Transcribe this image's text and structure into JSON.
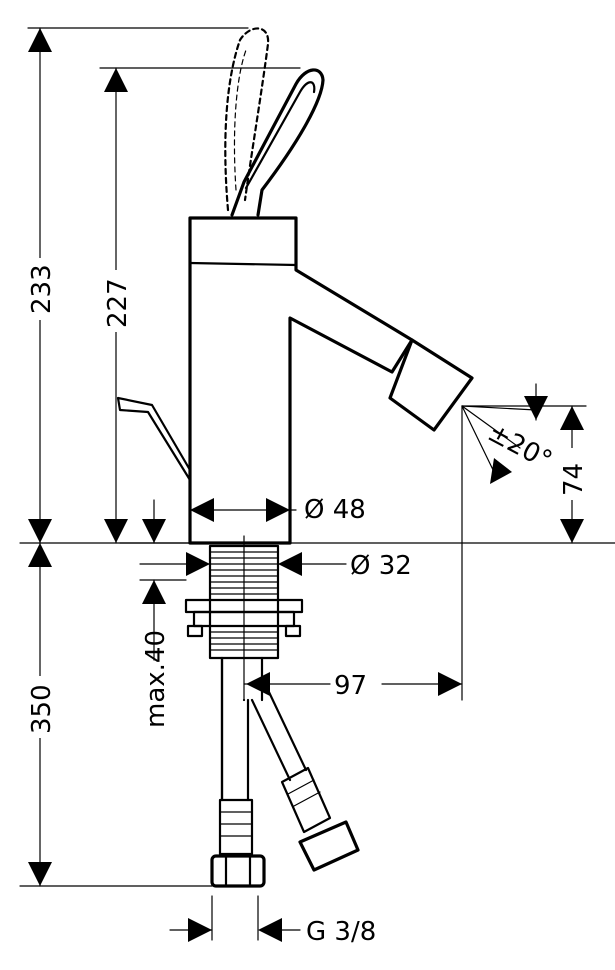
{
  "dimensions": {
    "overall_height": "233",
    "spout_height": "227",
    "body_diameter": "Ø 48",
    "thread_diameter": "Ø 32",
    "spout_angle": "±20°",
    "outlet_height": "74",
    "projection": "97",
    "max_deck_thickness": "max.40",
    "hose_length": "350",
    "connection_thread": "G 3/8"
  },
  "colors": {
    "ink": "#000000",
    "paper": "#ffffff"
  }
}
